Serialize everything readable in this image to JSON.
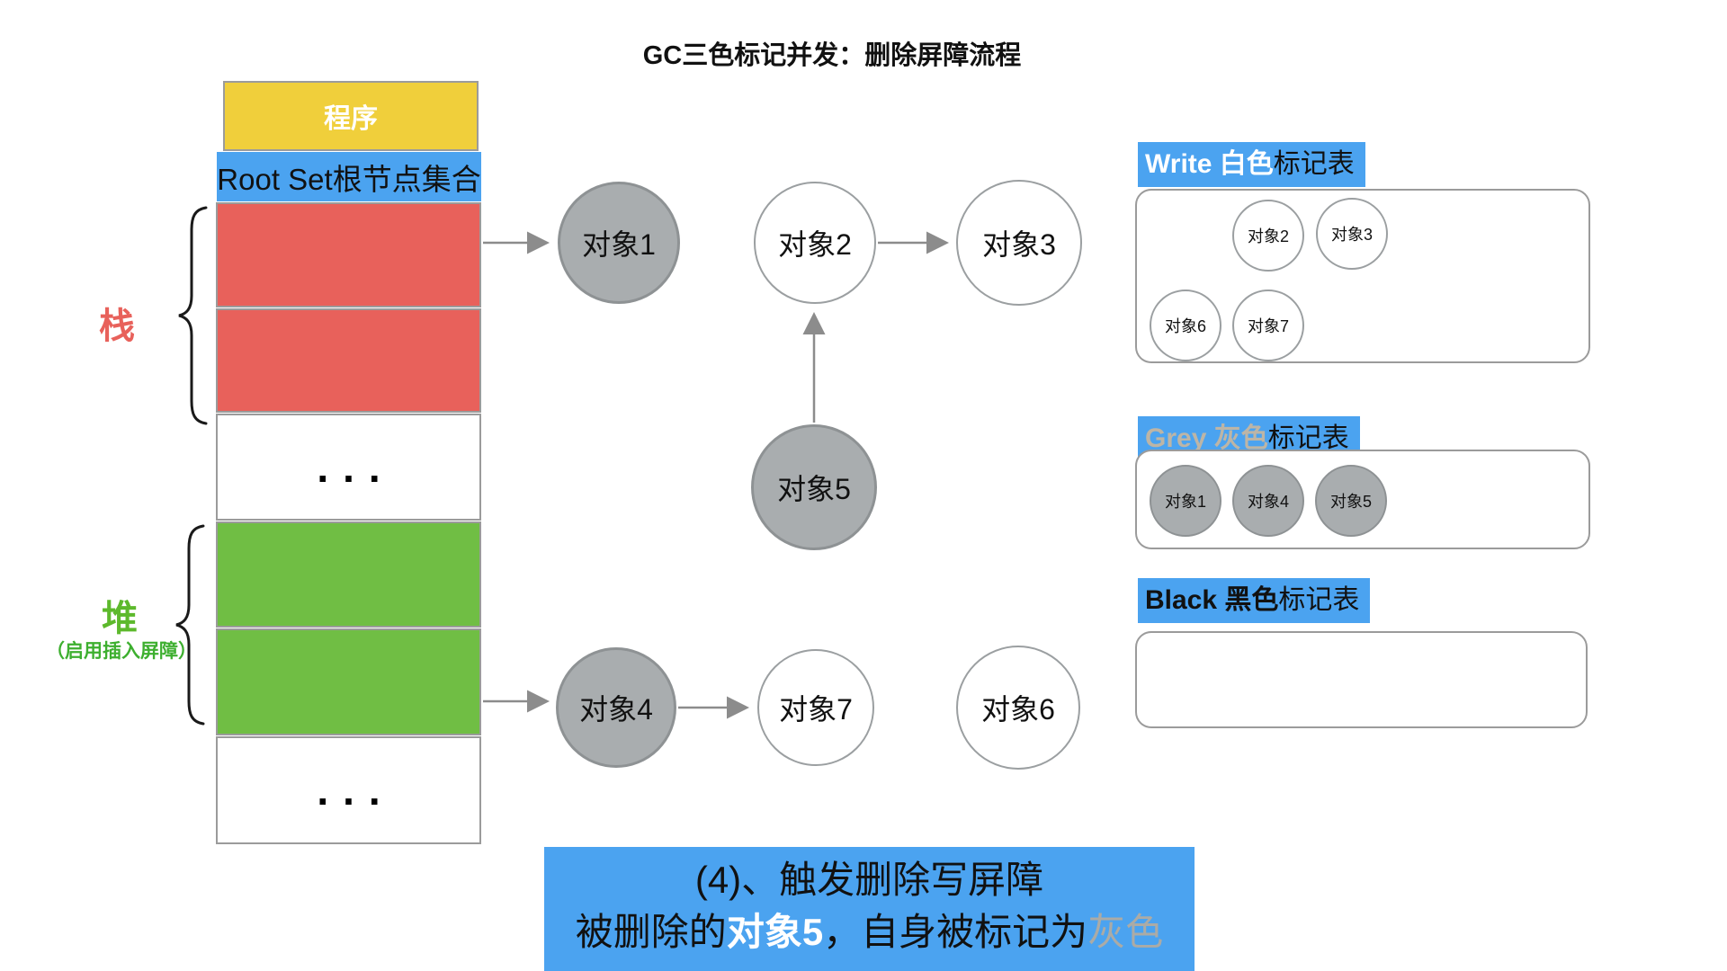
{
  "title": "GC三色标记并发：删除屏障流程",
  "colors": {
    "accent_blue": "#4BA3F0",
    "stack_red": "#E8615B",
    "heap_green": "#70BE44",
    "program_yellow": "#F0CF3B",
    "grey_node_fill": "#A9ADAF",
    "grey_header_text": "#BDB5A6"
  },
  "memory_column": {
    "program_label": "程序",
    "root_set_label": "Root Set根节点集合",
    "stack_label": "栈",
    "heap_label": "堆",
    "heap_sublabel": "（启用插入屏障）",
    "ellipsis": "..."
  },
  "graph": {
    "objects": [
      {
        "label": "对象1",
        "color": "grey"
      },
      {
        "label": "对象2",
        "color": "white"
      },
      {
        "label": "对象3",
        "color": "white"
      },
      {
        "label": "对象4",
        "color": "grey"
      },
      {
        "label": "对象5",
        "color": "grey"
      },
      {
        "label": "对象6",
        "color": "white"
      },
      {
        "label": "对象7",
        "color": "white"
      }
    ],
    "edges": [
      {
        "from": "栈(root)",
        "to": "对象1"
      },
      {
        "from": "对象2",
        "to": "对象3"
      },
      {
        "from": "对象5",
        "to": "对象2"
      },
      {
        "from": "堆(root)",
        "to": "对象4"
      },
      {
        "from": "对象4",
        "to": "对象7"
      }
    ]
  },
  "tables": {
    "white": {
      "title_en": "Write 白色",
      "title_cn": "标记表",
      "items": [
        "对象2",
        "对象3",
        "对象6",
        "对象7"
      ]
    },
    "grey": {
      "title_en": "Grey 灰色",
      "title_cn": "标记表",
      "items": [
        "对象1",
        "对象4",
        "对象5"
      ]
    },
    "black": {
      "title_en": "Black 黑色",
      "title_cn": "标记表",
      "items": []
    }
  },
  "caption": {
    "line1": "(4)、触发删除写屏障",
    "line2_part1": "被删除的",
    "line2_obj": "对象5",
    "line2_part2": "，自身被标记为",
    "line2_color": "灰色"
  }
}
